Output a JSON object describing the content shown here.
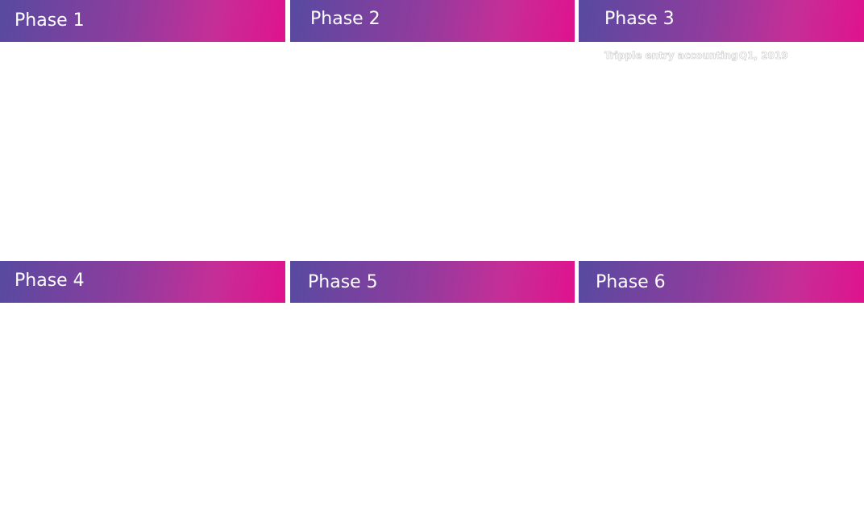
{
  "phases": [
    {
      "id": "p1",
      "title": "Phase 1"
    },
    {
      "id": "p2",
      "title": "Phase 2"
    },
    {
      "id": "p3",
      "title": "Phase 3"
    },
    {
      "id": "p4",
      "title": "Phase 4"
    },
    {
      "id": "p5",
      "title": "Phase 5"
    },
    {
      "id": "p6",
      "title": "Phase 6"
    }
  ],
  "phase3_items": [
    {
      "name": "Tripple entry accounting",
      "date": "Q1, 2019"
    }
  ],
  "colors": {
    "gradient_start": "#574aa0",
    "gradient_end": "#e0128e",
    "title_text": "#ffffff",
    "milestone_outline": "#c9c9c9"
  }
}
